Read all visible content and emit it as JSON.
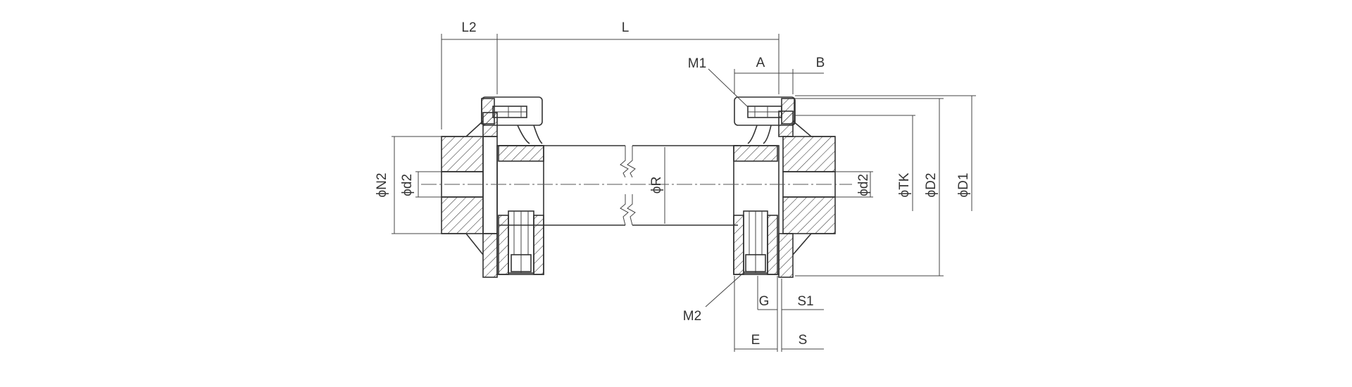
{
  "labels": {
    "L2": "L2",
    "L": "L",
    "A": "A",
    "B": "B",
    "M1": "M1",
    "M2": "M2",
    "G": "G",
    "S1": "S1",
    "E": "E",
    "S": "S",
    "N2": "ϕN2",
    "d2_left": "ϕd2",
    "R": "ϕR",
    "d2_right": "ϕd2",
    "TK": "ϕTK",
    "D2": "ϕD2",
    "D1": "ϕD1"
  }
}
